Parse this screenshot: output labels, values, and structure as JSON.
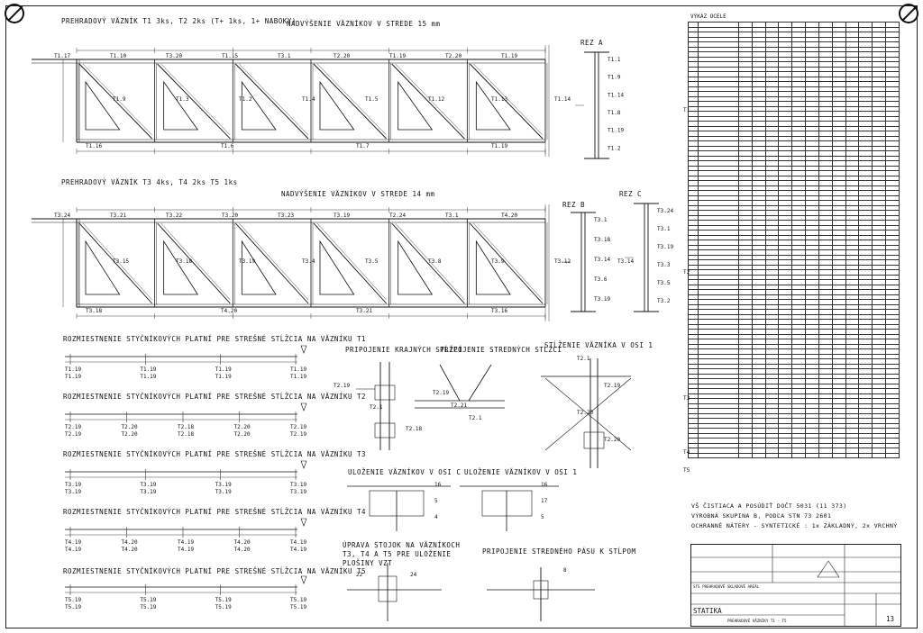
{
  "sheet": {
    "trusses": [
      {
        "title": "PREHRADOVÝ VÄZNÍK T1 3ks, T2 2ks (T+ 1ks, 1+ NABOKY)",
        "camber": "NADVÝŠENIE VÄZNÍKOV V STREDE 15 mm",
        "labels": [
          "T1.17",
          "T1.10",
          "T3.20",
          "T1.15",
          "T3.1",
          "T2.20",
          "T1.19",
          "T2.20",
          "T1.19",
          "T1.16",
          "T1.6",
          "T1.7",
          "T1.19",
          "T1.9",
          "T1.3",
          "T1.2",
          "T1.4",
          "T1.5",
          "T1.12",
          "T1.13",
          "T1.14"
        ]
      },
      {
        "title": "PREHRADOVÝ VÄZNÍK T3 4ks, T4 2ks T5 1ks",
        "camber": "NADVÝŠENIE VÄZNÍKOV V STREDE 14 mm",
        "labels": [
          "T3.24",
          "T3.21",
          "T3.22",
          "T3.20",
          "T3.23",
          "T3.19",
          "T2.24",
          "T3.1",
          "T4.20",
          "T3.18",
          "T4.20",
          "T3.21",
          "T3.16",
          "T3.15",
          "T3.18",
          "T3.19",
          "T3.4",
          "T3.5",
          "T3.8",
          "T3.9",
          "T3.12",
          "T3.14"
        ]
      }
    ],
    "sections": [
      {
        "title": "REZ A",
        "labels": [
          "T1.1",
          "T1.9",
          "T1.14",
          "T1.8",
          "T1.19",
          "T1.2"
        ]
      },
      {
        "title": "REZ B",
        "labels": [
          "T3.1",
          "T3.18",
          "T3.14",
          "T3.6",
          "T3.19"
        ]
      },
      {
        "title": "REZ C",
        "labels": [
          "T3.24",
          "T3.1",
          "T3.19",
          "T3.3",
          "T3.5",
          "T3.2"
        ]
      }
    ],
    "purlin_rows": [
      {
        "title": "ROZMIESTNENIE STYČNÍKOVÝCH PLATNÍ PRE STREŠNÉ STĹŽCIA NA VÄZNÍKU T1",
        "marks": [
          "T1.19",
          "T1.19",
          "T1.19",
          "T1.19"
        ]
      },
      {
        "title": "ROZMIESTNENIE STYČNÍKOVÝCH PLATNÍ PRE STREŠNÉ STĹŽCIA NA VÄZNÍKU T2",
        "marks": [
          "T2.19",
          "T2.20",
          "T2.18",
          "T2.20",
          "T2.19"
        ]
      },
      {
        "title": "ROZMIESTNENIE STYČNÍKOVÝCH PLATNÍ PRE STREŠNÉ STĹŽCIA NA VÄZNÍKU T3",
        "marks": [
          "T3.19",
          "T3.19",
          "T3.19",
          "T3.19"
        ]
      },
      {
        "title": "ROZMIESTNENIE STYČNÍKOVÝCH PLATNÍ PRE STREŠNÉ STĹŽCIA NA VÄZNÍKU T4",
        "marks": [
          "T4.19",
          "T4.20",
          "T4.19",
          "T4.20",
          "T4.19"
        ]
      },
      {
        "title": "ROZMIESTNENIE STYČNÍKOVÝCH PLATNÍ PRE STREŠNÉ STĹŽCIA NA VÄZNÍKU T5",
        "marks": [
          "T5.19",
          "T5.19",
          "T5.19",
          "T5.19"
        ]
      }
    ],
    "details": [
      {
        "title": "PRIPOJENIE KRAJNÝCH STĹŽCÍ",
        "labels": [
          "T2.19",
          "T2.1",
          "T2.18"
        ]
      },
      {
        "title": "PRIPOJENIE STREDNÝCH STĹŽCÍ",
        "labels": [
          "T2.19",
          "T2.21",
          "T2.1"
        ]
      },
      {
        "title": "STĹŽENIE VÄZNÍKA V OSI 1",
        "labels": [
          "T2.1",
          "T2.19",
          "T2.20",
          "T2.20"
        ]
      },
      {
        "title": "ULOŽENIE VÄZNÍKOV V OSI C",
        "labels": [
          "16",
          "5",
          "4"
        ]
      },
      {
        "title": "ULOŽENIE VÄZNÍKOV V OSI 1",
        "labels": [
          "16",
          "17",
          "5"
        ]
      },
      {
        "title": "ÚPRAVA STOJOK NA VÄZNÍKOCH T3, T4 A T5 PRE ULOŽENIE PLOŠINY VZT",
        "labels": [
          "22",
          "24"
        ]
      },
      {
        "title": "PRIPOJENIE STREDNÉHO PÁSU K STĹPOM",
        "labels": [
          "8"
        ]
      }
    ],
    "table": {
      "title": "VÝKAZ OCELE",
      "groups": [
        "T1",
        "T2",
        "T3",
        "T4",
        "T5"
      ],
      "row_count": 88
    },
    "notes": [
      "VŠ ČISTIACA A POSÚDIŤ DOČT 5031 (11 373)",
      "VÝROBNÁ SKUPINA B, PODĽA STN 73 2601",
      "OCHRANNÉ NÁTERY - SYNTETICKÉ : 1x ZÁKLADNÝ, 2x VRCHNÝ"
    ],
    "titleblock": {
      "project": "STS PREHRADOVÉ SKLADOVÉ AREÁL",
      "part": "STATIKA",
      "drawing": "PREHRADOVÉ VÄZNÍKY T1 - T5",
      "number": "13"
    }
  }
}
